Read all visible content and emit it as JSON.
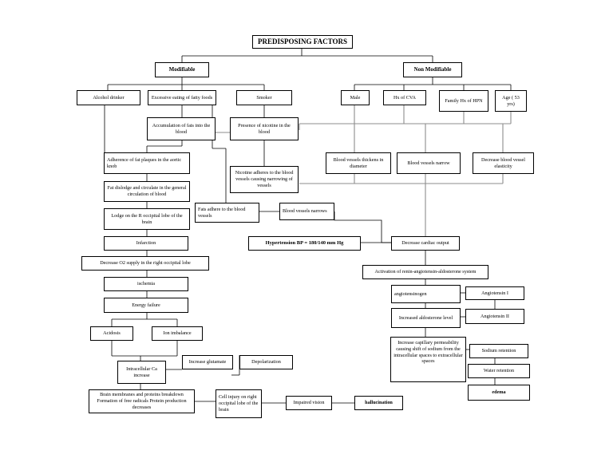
{
  "title": "PREDISPOSING FACTORS",
  "modifiable": "Modifiable",
  "non_modifiable": "Non Modifiable",
  "alcohol": "Alcohol drinker",
  "fatty_foods": "Excessive eating of fatty foods",
  "smoker": "Smoker",
  "male": "Male",
  "hx_cva": "Hx of CVA",
  "family_hx": "Family Hx of HPN",
  "age": "Age ( 53 yrs)",
  "accum_fats": "Accumulation of fats into the blood",
  "nicotine_presence": "Presence of nicotine in the blood",
  "bv_thickens": "Blood vessels thickens in diameter",
  "bv_narrow": "Blood vessels narrow",
  "bv_elasticity": "Decrease blood vessel elasticity",
  "fat_plaques": "Adherence of fat plaques in the aortic knob",
  "nicotine_adheres": "Nicotine adheres to the blood vessels causing narrowing of vessels",
  "fat_dislodge": "Fat dislodge and circulate in the general circulation of blood",
  "fats_adhere": "Fats adhere to the blood vessels",
  "bv_narrows": "Blood vessels narrows",
  "lodge": "Lodge on the R occipital lobe of the brain",
  "infarction": "Infarction",
  "hypertension": "Hypertension BP = 180/140 mm Hg",
  "cardiac_output": "Decrease cardiac output",
  "o2_supply": "Decrease O2 supply in the right occipital lobe",
  "raas": "Activation of renin-angiotensin-aldosterone system",
  "ischemia": "ischemia",
  "angiotensinogen": "angiotensinogen",
  "angiotensin1": "Angiotensin I",
  "energy_failure": "Energy failure",
  "aldosterone": "Increased aldosterone level",
  "angiotensin2": "Angiotensin II",
  "acidosis": "Acidosis",
  "ion_imbalance": "Ion imbalance",
  "capillary": "Increase capillary permeability causing shift of sodium from the intracellular spaces to extracellular spaces",
  "sodium": "Sodium retention",
  "glutamate": "Increase glutamate",
  "depolarization": "Depolarization",
  "intracellular_ca": "Intracellular Ca increase",
  "water": "Water retention",
  "edema": "edema",
  "breakdown": "Brain membranes and proteins breakdown Formation of free radicals Protein production decreases",
  "cell_injury": "Cell injury on right occipital lobe of the brain",
  "impaired_vision": "Impaired vision",
  "hallucination": "hallucination"
}
